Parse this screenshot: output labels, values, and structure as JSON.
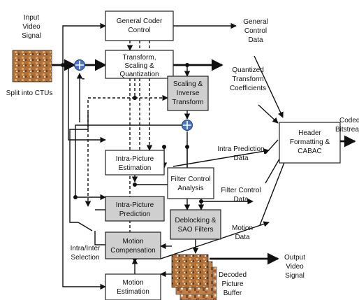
{
  "labels": {
    "input": [
      "Input",
      "Video",
      "Signal"
    ],
    "split": "Split into CTUs",
    "general_coder_control": [
      "General Coder",
      "Control"
    ],
    "transform": [
      "Transform,",
      "Scaling &",
      "Quantization"
    ],
    "scaling_inverse": [
      "Scaling &",
      "Inverse",
      "Transform"
    ],
    "intra_estimation": [
      "Intra-Picture",
      "Estimation"
    ],
    "intra_prediction": [
      "Intra-Picture",
      "Prediction"
    ],
    "filter_control": [
      "Filter Control",
      "Analysis"
    ],
    "deblocking": [
      "Deblocking &",
      "SAO Filters"
    ],
    "motion_compensation": [
      "Motion",
      "Compensation"
    ],
    "motion_estimation": [
      "Motion",
      "Estimation"
    ],
    "header_formatting": [
      "Header",
      "Formatting &",
      "CABAC"
    ],
    "general_control_data": [
      "General",
      "Control",
      "Data"
    ],
    "quantized_coefficients": [
      "Quantized",
      "Transform",
      "Coefficients"
    ],
    "intra_prediction_data": [
      "Intra Prediction",
      "Data"
    ],
    "filter_control_data": [
      "Filter Control",
      "Data"
    ],
    "motion_data": [
      "Motion",
      "Data"
    ],
    "coded_bitstream": [
      "Coded",
      "Bitstrea"
    ],
    "output_video": [
      "Output",
      "Video",
      "Signal"
    ],
    "decoded_picture_buffer": [
      "Decoded",
      "Picture",
      "Buffer"
    ],
    "intra_inter_selection": [
      "Intra/Inter",
      "Selection"
    ],
    "minus_sign": "-"
  },
  "colors": {
    "block_white": "#ffffff",
    "block_grey": "#cfcfcf",
    "line": "#111111",
    "frame_a": "#b0703a",
    "frame_b": "#7a4a2a",
    "adder": "#4a74c4"
  }
}
